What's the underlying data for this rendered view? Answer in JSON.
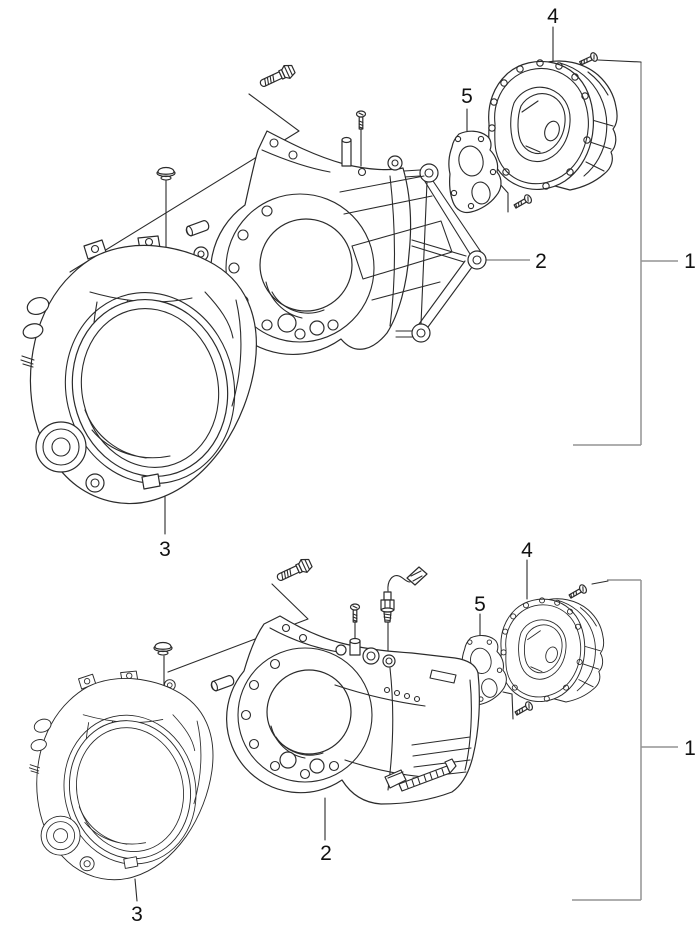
{
  "page": {
    "background": "#ffffff"
  },
  "colors": {
    "line": "#2b2b2b",
    "callout_bracket": "#949494",
    "label_text": "#111111"
  },
  "top_diagram": {
    "callouts": {
      "assembly": "1",
      "transaxle_case": "2",
      "clutch_housing": "3",
      "end_cover": "4",
      "gasket": "5"
    }
  },
  "bottom_diagram": {
    "callouts": {
      "assembly": "1",
      "transaxle_case": "2",
      "clutch_housing": "3",
      "end_cover": "4",
      "gasket": "5"
    }
  }
}
